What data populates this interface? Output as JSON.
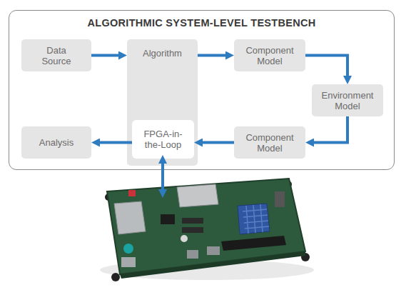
{
  "diagram": {
    "nodes": [
      {
        "text": [
          "ALGORITHMIC SYSTEM-LEVEL TESTBENCH"
        ]
      },
      {
        "text": [
          "Data Source"
        ],
        "in": 0
      },
      {
        "text": [
          "Algorithm"
        ],
        "in": 0
      },
      {
        "text": [
          "FPGA-in-the-Loop"
        ],
        "in": 2
      },
      {
        "text": [
          "Component Model"
        ],
        "in": 0
      },
      {
        "text": [
          "Environment Model"
        ],
        "in": 0
      },
      {
        "text": [
          "Component Model"
        ],
        "in": 0
      },
      {
        "text": [
          "Analysis"
        ],
        "in": 0
      }
    ],
    "edges": [
      {
        "from": 1,
        "to": 2,
        "arrow": "to"
      },
      {
        "from": 2,
        "to": 4,
        "arrow": "to"
      },
      {
        "from": 4,
        "to": 5,
        "arrow": "to"
      },
      {
        "from": 5,
        "to": 6,
        "arrow": "to"
      },
      {
        "from": 6,
        "to": 3,
        "arrow": "to"
      },
      {
        "from": 3,
        "to": 7,
        "arrow": "to"
      }
    ]
  }
}
